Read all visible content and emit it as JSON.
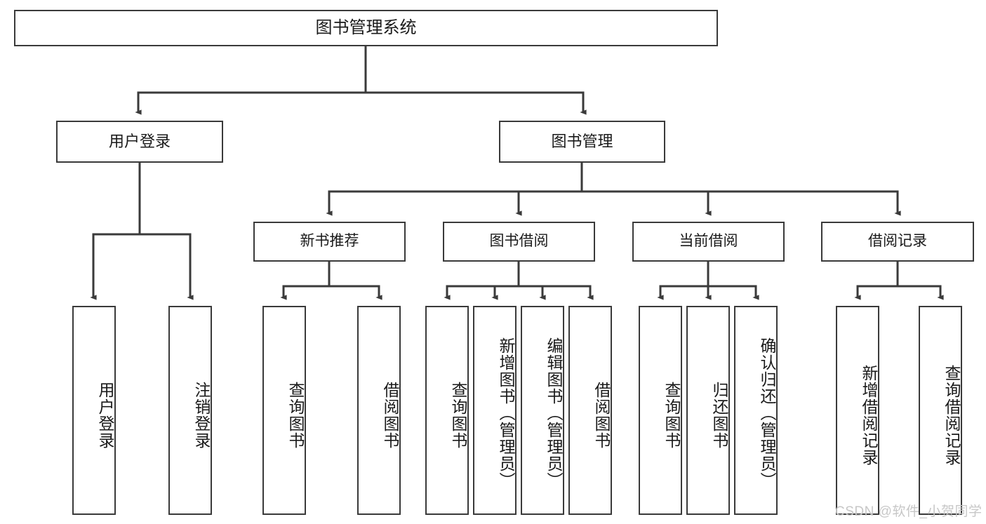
{
  "diagram": {
    "type": "hierarchy-tree",
    "title": "图书管理系统",
    "root": {
      "id": "root",
      "label": "图书管理系统"
    },
    "level1": [
      {
        "id": "user-login",
        "label": "用户登录"
      },
      {
        "id": "book-manage",
        "label": "图书管理"
      }
    ],
    "level2": [
      {
        "id": "new-book-recommend",
        "label": "新书推荐",
        "parent": "book-manage"
      },
      {
        "id": "book-borrow",
        "label": "图书借阅",
        "parent": "book-manage"
      },
      {
        "id": "current-borrow",
        "label": "当前借阅",
        "parent": "book-manage"
      },
      {
        "id": "borrow-record",
        "label": "借阅记录",
        "parent": "book-manage"
      }
    ],
    "leaves": [
      {
        "id": "leaf-user-login",
        "label": "用户登录",
        "parent": "user-login"
      },
      {
        "id": "leaf-user-logout",
        "label": "注销登录",
        "parent": "user-login"
      },
      {
        "id": "leaf-query-book-1",
        "label": "查询图书",
        "parent": "new-book-recommend"
      },
      {
        "id": "leaf-borrow-book-1",
        "label": "借阅图书",
        "parent": "new-book-recommend"
      },
      {
        "id": "leaf-query-book-2",
        "label": "查询图书",
        "parent": "book-borrow"
      },
      {
        "id": "leaf-add-book",
        "label": "新增图书（管理员）",
        "parent": "book-borrow"
      },
      {
        "id": "leaf-edit-book",
        "label": "编辑图书（管理员）",
        "parent": "book-borrow"
      },
      {
        "id": "leaf-borrow-book-2",
        "label": "借阅图书",
        "parent": "book-borrow"
      },
      {
        "id": "leaf-query-book-3",
        "label": "查询图书",
        "parent": "current-borrow"
      },
      {
        "id": "leaf-return-book",
        "label": "归还图书",
        "parent": "current-borrow"
      },
      {
        "id": "leaf-confirm-return",
        "label": "确认归还（管理员）",
        "parent": "current-borrow"
      },
      {
        "id": "leaf-add-record",
        "label": "新增借阅记录",
        "parent": "borrow-record"
      },
      {
        "id": "leaf-query-record",
        "label": "查询借阅记录",
        "parent": "borrow-record"
      }
    ],
    "watermark": "CSDN @软件_小贺同学",
    "colors": {
      "stroke": "#3a3a3a",
      "background": "#ffffff",
      "text": "#1a1a1a",
      "watermark": "#c7c7c7"
    }
  }
}
